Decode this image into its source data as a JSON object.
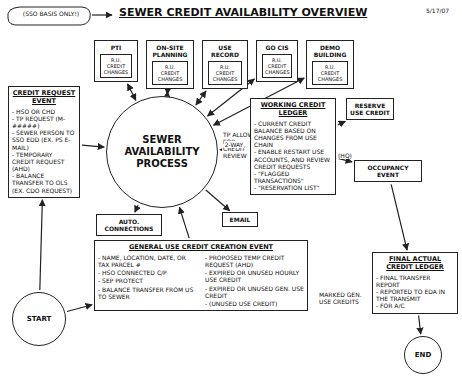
{
  "diagram": {
    "title": "SEWER CREDIT AVAILABILITY OVERVIEW",
    "nodes": [
      {
        "text": [
          "CREDIT REQUEST EVENT",
          "- HSO OR CHD",
          "- TP REQUEST (M-#####)",
          "- SEWER PERSON TO SSO EDD (EX. PS E-MAIL)",
          "- TEMPORARY CREDIT REQUEST (AHD)",
          "- BALANCE TRANSFER TO OLS (EX. CDO REQUEST)"
        ]
      },
      {
        "text": [
          "PTI"
        ]
      },
      {
        "text": [
          "R.U. CREDIT CHANGES"
        ],
        "in": 1
      },
      {
        "text": [
          "ON-SITE PLANNING"
        ]
      },
      {
        "text": [
          "R.U. CREDIT CHANGES"
        ],
        "in": 3
      },
      {
        "text": [
          "USE RECORD"
        ]
      },
      {
        "text": [
          "R.U. CREDIT CHANGES"
        ],
        "in": 5
      },
      {
        "text": [
          "GO CIS"
        ]
      },
      {
        "text": [
          "R.U. CREDIT CHANGES"
        ],
        "in": 7
      },
      {
        "text": [
          "DEMO BUILDING"
        ]
      },
      {
        "text": [
          "R.U. CREDIT CHANGES"
        ],
        "in": 9
      },
      {
        "text": [
          "SEWER AVAILABILITY PROCESS"
        ]
      },
      {
        "text": [
          "WORKING CREDIT LEDGER",
          "- CURRENT CREDIT BALANCE BASED ON CHANGES FROM USE CHAIN",
          "- ENABLE RESTART USE ACCOUNTS, AND REVIEW CREDIT REQUESTS",
          "- \"FLAGGED TRANSACTIONS\"",
          "- \"RESERVATION LIST\""
        ]
      },
      {
        "text": [
          "RESERVE USE CREDIT"
        ]
      },
      {
        "text": [
          "OCCUPANCY EVENT"
        ]
      },
      {
        "text": [
          "FINAL ACTUAL CREDIT LEDGER",
          "- FINAL TRANSFER REPORT",
          "- REPORTED TO EDA IN THE TRANSMIT",
          "- FOR A/C"
        ]
      },
      {
        "text": [
          "AUTO. CONNECTIONS"
        ]
      },
      {
        "text": [
          "EMAIL"
        ]
      },
      {
        "text": [
          "GENERAL USE CREDIT CREATION EVENT",
          "- NAME, LOCATION, DATE, OR TAX PARCEL #",
          "- HSO CONNECTED C/P",
          "- SEP PROTECT",
          "- BALANCE TRANSFER FROM US TO SEWER",
          "- PROPOSED TEMP CREDIT REQUEST (AHD)",
          "- EXPIRED OR UNUSED HOURLY USE CREDIT",
          "- EXPIRED OR UNUSED GEN. USE CREDIT",
          "- (UNUSED USE CREDIT)"
        ]
      },
      {
        "text": [
          "START"
        ]
      },
      {
        "text": [
          "END"
        ]
      }
    ],
    "edges": [
      {
        "from": 19,
        "to": 0,
        "arrow": "to"
      },
      {
        "from": 19,
        "to": 18,
        "arrow": "to"
      },
      {
        "from": 0,
        "to": 11,
        "arrow": "to"
      },
      {
        "from": 11,
        "to": 1,
        "arrow": "both"
      },
      {
        "from": 11,
        "to": 3,
        "arrow": "both"
      },
      {
        "from": 11,
        "to": 5,
        "arrow": "both"
      },
      {
        "from": 11,
        "to": 7,
        "arrow": "both"
      },
      {
        "from": 11,
        "to": 9,
        "arrow": "both"
      },
      {
        "from": 11,
        "to": 12,
        "label": "2-WAY",
        "arrow": "both"
      },
      {
        "from": 12,
        "to": 13,
        "arrow": "to"
      },
      {
        "from": 12,
        "to": 14,
        "label": "(HQ)",
        "arrow": "to"
      },
      {
        "from": 14,
        "to": 15,
        "arrow": "to"
      },
      {
        "from": 15,
        "to": 20,
        "arrow": "to"
      },
      {
        "from": 18,
        "to": 11,
        "arrow": "to"
      },
      {
        "from": 11,
        "to": 16,
        "arrow": "to"
      },
      {
        "from": 11,
        "to": 17,
        "arrow": "to"
      }
    ],
    "labels": [
      "(SSO BASIS ONLY!)",
      "5/17/07",
      "TP ALLOW FOR CREDIT REVIEW",
      "MARKED GEN. USE CREDITS"
    ]
  }
}
